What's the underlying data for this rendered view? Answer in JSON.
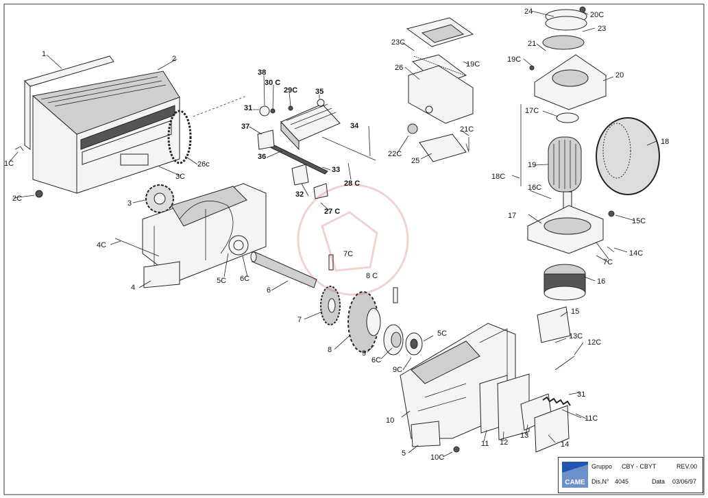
{
  "parts": {
    "p1": "1",
    "p2": "2",
    "p1c": "1C",
    "p2c": "2C",
    "p3": "3",
    "p3c": "3C",
    "p26c": "26c",
    "p4": "4",
    "p4c": "4C",
    "p5c_left": "5C",
    "p6c_left": "6C",
    "p38": "38",
    "p30c": "30 C",
    "p29c": "29C",
    "p35": "35",
    "p31": "31",
    "p37": "37",
    "p34": "34",
    "p36": "36",
    "p33": "33",
    "p28c": "28 C",
    "p32": "32",
    "p27c": "27 C",
    "p23c": "23C",
    "p19c": "19C",
    "p26": "26",
    "p21c": "21C",
    "p22c": "22C",
    "p25": "25",
    "p24": "24",
    "p20c": "20C",
    "p23": "23",
    "p21": "21",
    "p19c_b": "19C",
    "p20": "20",
    "p17c": "17C",
    "p18": "18",
    "p19": "19",
    "p18c": "18C",
    "p16c": "16C",
    "p17": "17",
    "p15c": "15C",
    "p14c": "14C",
    "p7c_r": "7C",
    "p16": "16",
    "p7c": "7C",
    "p8c": "8 C",
    "p6": "6",
    "p7": "7",
    "p8": "8",
    "p9": "9",
    "p5c": "5C",
    "p6c": "6C",
    "p9c": "9C",
    "p15": "15",
    "p13c": "13C",
    "p12c": "12C",
    "p31r": "31",
    "p11c": "11C",
    "p10": "10",
    "p11": "11",
    "p12": "12",
    "p13": "13",
    "p14": "14",
    "p5": "5",
    "p10c": "10C"
  },
  "titleblock": {
    "gruppo_label": "Gruppo",
    "gruppo_value": "CBY - CBYT",
    "rev": "REV.00",
    "dis_label": "Dis.N°",
    "dis_value": "4045",
    "data_label": "Data",
    "data_value": "03/06/97",
    "logo_text": "CAME"
  },
  "colors": {
    "ink": "#222222",
    "logo_blue": "#1f56b0"
  }
}
